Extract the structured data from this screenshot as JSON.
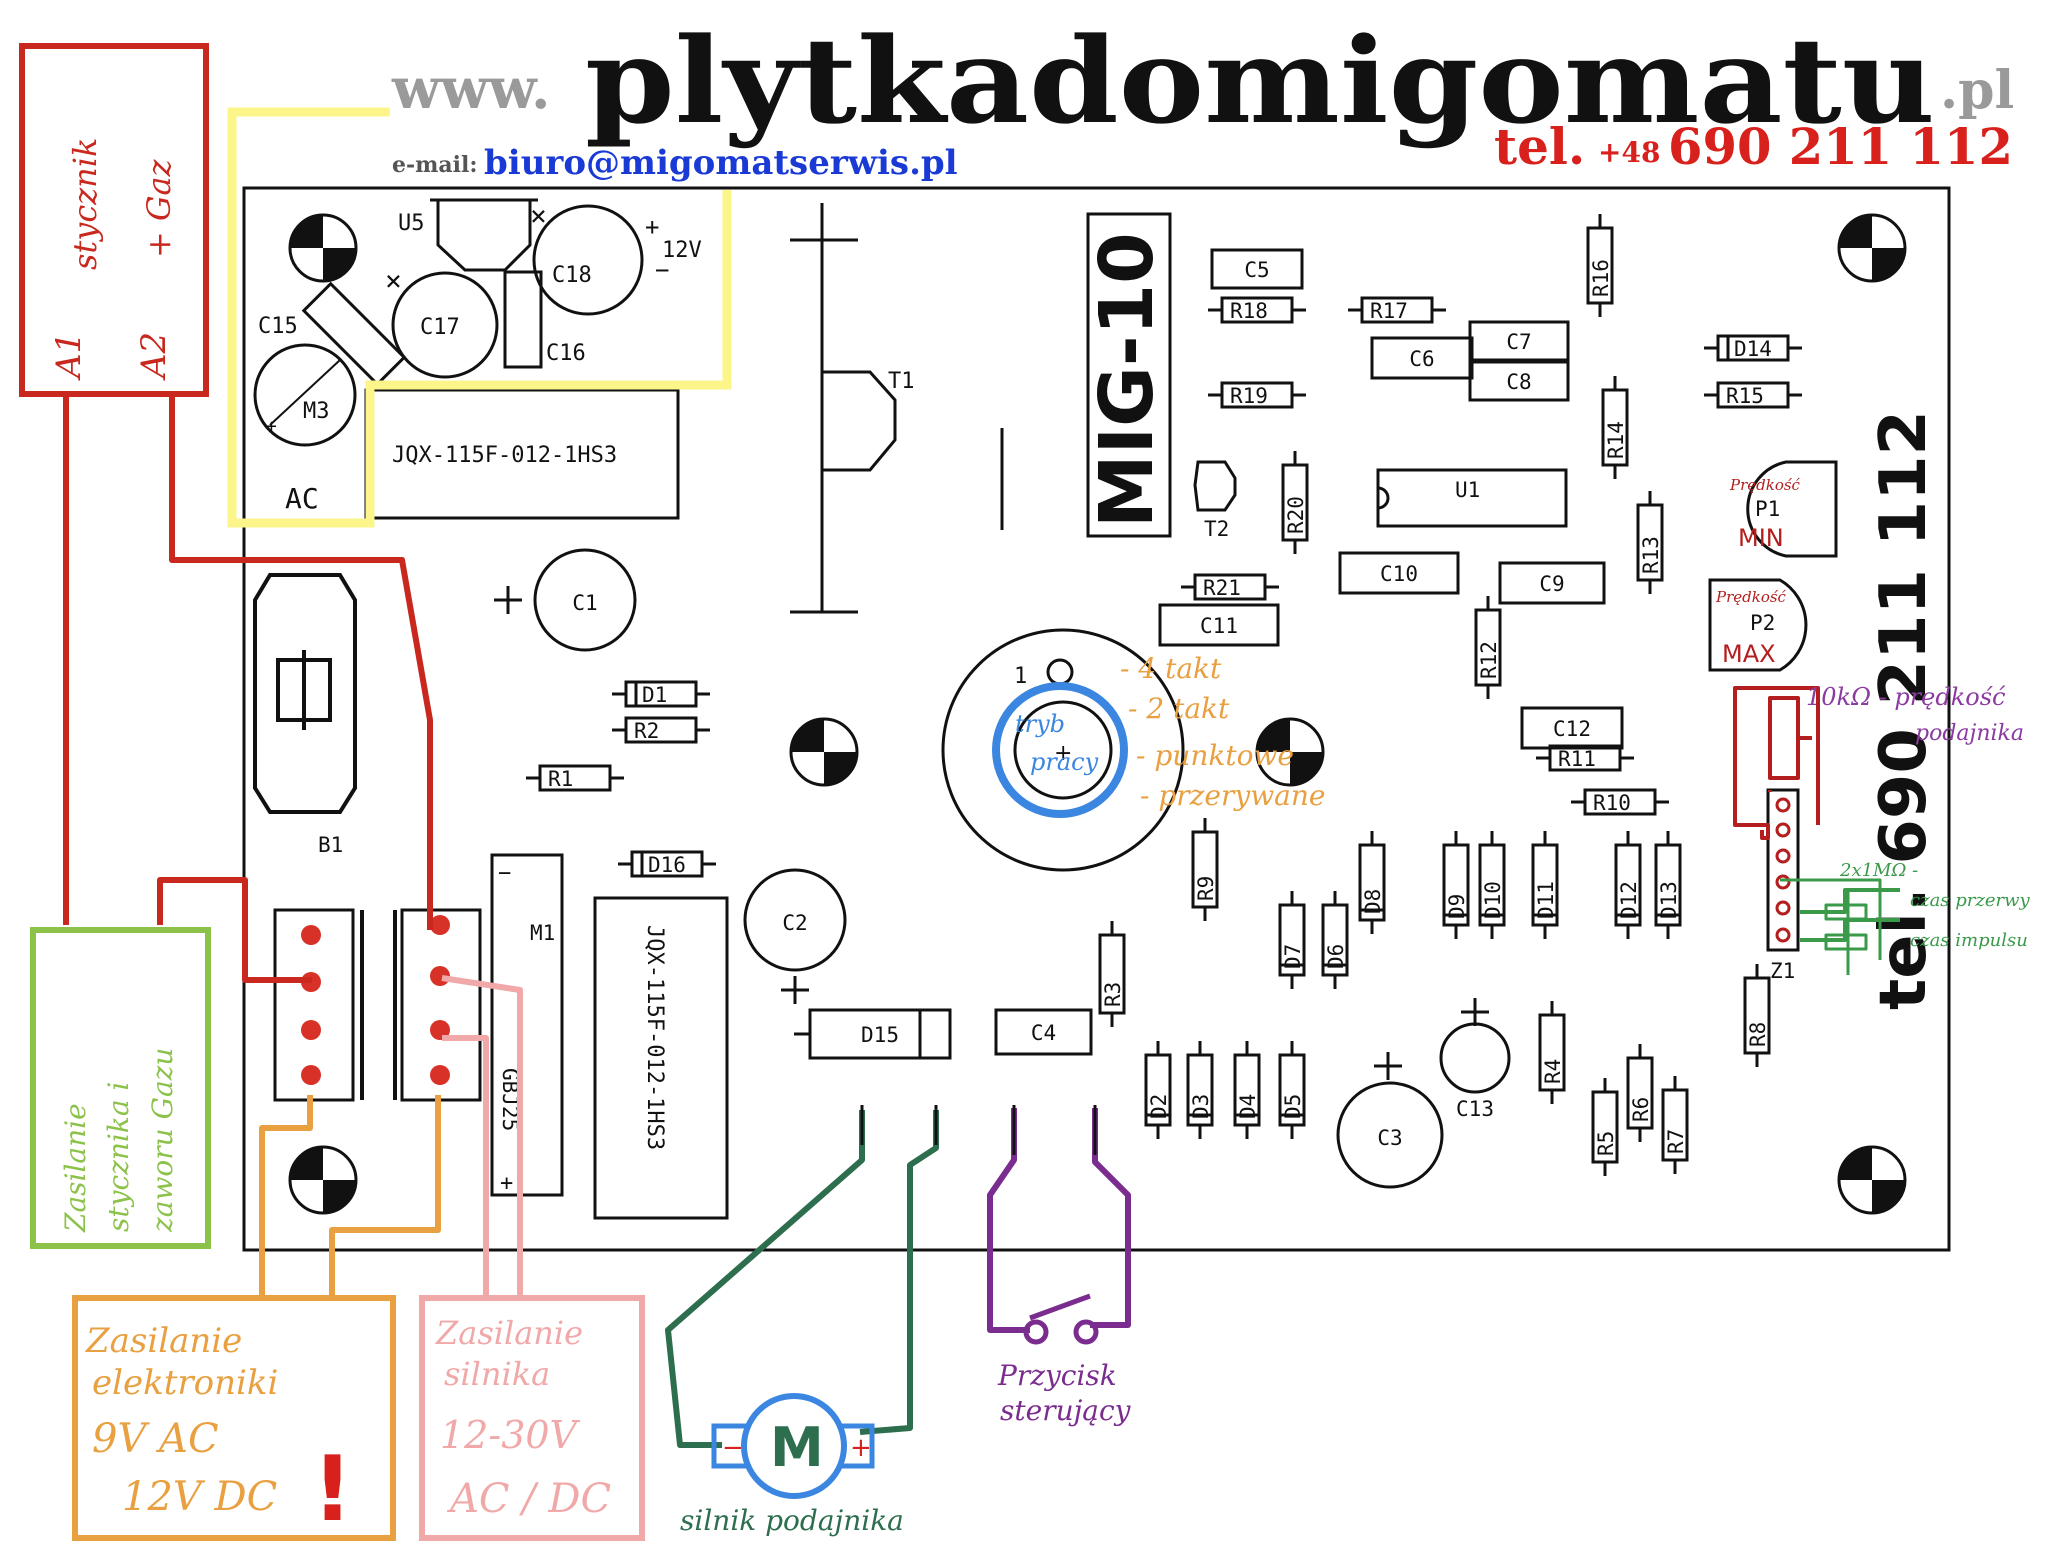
{
  "header": {
    "www": "www.",
    "domain": "plytkadomigomatu",
    "tld": ".pl",
    "tel_label": "tel.",
    "tel_prefix": "+48",
    "tel_number": "690 211 112",
    "email_label": "e-mail:",
    "email": "biuro@migomatserwis.pl"
  },
  "board": {
    "model": "MIG-10",
    "vertical_tel": "tel. 690 211 112",
    "relay_label": "JQX-115F-012-1HS3",
    "bridge_label": "GBJ25",
    "ac_label": "AC",
    "v12": "12V",
    "plus": "+",
    "minus": "−",
    "pot_p1": "P1",
    "pot_p2": "P2",
    "pot_min": "MIN",
    "pot_max": "MAX",
    "pot_speed": "Prędkość",
    "switch_pos1": "1",
    "components": {
      "U5": "U5",
      "C15": "C15",
      "C17": "C17",
      "C18": "C18",
      "C16": "C16",
      "M3": "M3",
      "T1": "T1",
      "T2": "T2",
      "C5": "C5",
      "R18": "R18",
      "R19": "R19",
      "R20": "R20",
      "R17": "R17",
      "C6": "C6",
      "C7": "C7",
      "C8": "C8",
      "U1": "U1",
      "R16": "R16",
      "D14": "D14",
      "R15": "R15",
      "R14": "R14",
      "R13": "R13",
      "C10": "C10",
      "C9": "C9",
      "R21": "R21",
      "C11": "C11",
      "R12": "R12",
      "C12": "C12",
      "R11": "R11",
      "R10": "R10",
      "C1": "C1",
      "D1": "D1",
      "R2": "R2",
      "R1": "R1",
      "B1": "B1",
      "D16": "D16",
      "M1": "M1",
      "C2": "C2",
      "D15": "D15",
      "C4": "C4",
      "R3": "R3",
      "R9": "R9",
      "D2": "D2",
      "D3": "D3",
      "D4": "D4",
      "D5": "D5",
      "D6": "D6",
      "D7": "D7",
      "D8": "D8",
      "D9": "D9",
      "D10": "D10",
      "D11": "D11",
      "D12": "D12",
      "D13": "D13",
      "C3": "C3",
      "C13": "C13",
      "R4": "R4",
      "R5": "R5",
      "R6": "R6",
      "R7": "R7",
      "R8": "R8",
      "Z1": "Z1"
    }
  },
  "annotations": {
    "contactor_a1": "A1",
    "contactor_a2": "A2",
    "contactor_text": [
      "stycznik",
      "+ Gaz"
    ],
    "supply_contactor": [
      "Zasilanie",
      "stycznika i",
      "zaworu Gazu"
    ],
    "electronics_supply": [
      "Zasilanie",
      "elektroniki",
      "9V AC",
      "12V DC"
    ],
    "exclamation": "!",
    "motor_supply": [
      "Zasilanie",
      "silnika",
      "12-30V",
      "AC / DC"
    ],
    "motor_letter": "M",
    "motor_minus": "−",
    "motor_plus": "+",
    "motor_label": "silnik podajnika",
    "button_label": [
      "Przycisk",
      "sterujący"
    ],
    "mode_circle": [
      "tryb",
      "pracy"
    ],
    "modes": [
      "- 4 takt",
      "- 2 takt",
      "- punktowe",
      "- przerywane"
    ],
    "pot_note": [
      "10kΩ - prędkość",
      "podajnika"
    ],
    "res_note": [
      "2x1MΩ -",
      "czas przerwy",
      "czas impulsu"
    ]
  },
  "colors": {
    "red": "#c8281e",
    "yellow": "#fcf68a",
    "green": "#8cc24a",
    "orange": "#e8a040",
    "pink": "#f0a8a8",
    "dark_green": "#2d6e4e",
    "purple": "#7a2d8e",
    "blue": "#3a86e0",
    "tel_red": "#d8201c",
    "email_blue": "#1a3ad6",
    "mode_orange": "#e8a040",
    "pot_red": "#b41e1e",
    "note_purple": "#8a3aa0",
    "note_green": "#3a9a4a"
  }
}
